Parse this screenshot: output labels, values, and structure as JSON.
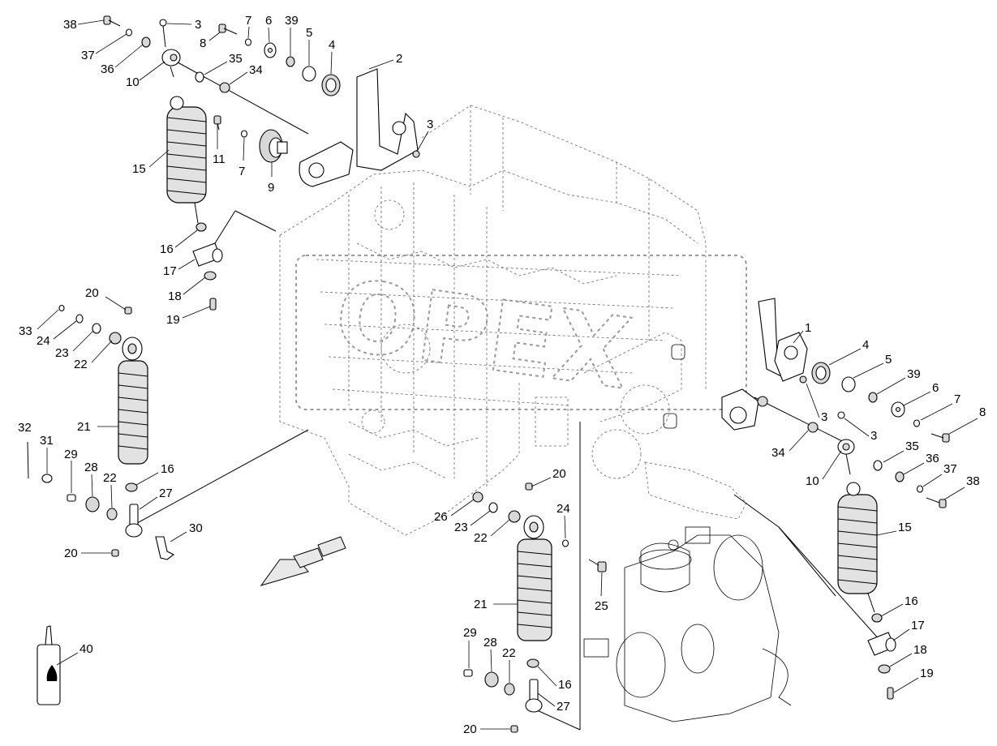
{
  "watermark": {
    "text": "OPEX"
  },
  "callouts": [
    {
      "id": "c38a",
      "text": "38"
    },
    {
      "id": "c37a",
      "text": "37"
    },
    {
      "id": "c36a",
      "text": "36"
    },
    {
      "id": "c10a",
      "text": "10"
    },
    {
      "id": "c3a",
      "text": "3"
    },
    {
      "id": "c7a",
      "text": "7"
    },
    {
      "id": "c8a",
      "text": "8"
    },
    {
      "id": "c6a",
      "text": "6"
    },
    {
      "id": "c39a",
      "text": "39"
    },
    {
      "id": "c5a",
      "text": "5"
    },
    {
      "id": "c4a",
      "text": "4"
    },
    {
      "id": "c35a",
      "text": "35"
    },
    {
      "id": "c34a",
      "text": "34"
    },
    {
      "id": "c2",
      "text": "2"
    },
    {
      "id": "c3b",
      "text": "3"
    },
    {
      "id": "c11",
      "text": "11"
    },
    {
      "id": "c7b",
      "text": "7"
    },
    {
      "id": "c9",
      "text": "9"
    },
    {
      "id": "c15a",
      "text": "15"
    },
    {
      "id": "c16a",
      "text": "16"
    },
    {
      "id": "c17a",
      "text": "17"
    },
    {
      "id": "c18a",
      "text": "18"
    },
    {
      "id": "c19a",
      "text": "19"
    },
    {
      "id": "c20a",
      "text": "20"
    },
    {
      "id": "c33",
      "text": "33"
    },
    {
      "id": "c24a",
      "text": "24"
    },
    {
      "id": "c23a",
      "text": "23"
    },
    {
      "id": "c22a",
      "text": "22"
    },
    {
      "id": "c21a",
      "text": "21"
    },
    {
      "id": "c32",
      "text": "32"
    },
    {
      "id": "c31",
      "text": "31"
    },
    {
      "id": "c29a",
      "text": "29"
    },
    {
      "id": "c28a",
      "text": "28"
    },
    {
      "id": "c22b",
      "text": "22"
    },
    {
      "id": "c16b",
      "text": "16"
    },
    {
      "id": "c27a",
      "text": "27"
    },
    {
      "id": "c20b",
      "text": "20"
    },
    {
      "id": "c30",
      "text": "30"
    },
    {
      "id": "c40",
      "text": "40"
    },
    {
      "id": "c20c",
      "text": "20"
    },
    {
      "id": "c26",
      "text": "26"
    },
    {
      "id": "c23b",
      "text": "23"
    },
    {
      "id": "c22c",
      "text": "22"
    },
    {
      "id": "c24b",
      "text": "24"
    },
    {
      "id": "c25",
      "text": "25"
    },
    {
      "id": "c21b",
      "text": "21"
    },
    {
      "id": "c29b",
      "text": "29"
    },
    {
      "id": "c28b",
      "text": "28"
    },
    {
      "id": "c22d",
      "text": "22"
    },
    {
      "id": "c16c",
      "text": "16"
    },
    {
      "id": "c27b",
      "text": "27"
    },
    {
      "id": "c20d",
      "text": "20"
    },
    {
      "id": "c1",
      "text": "1"
    },
    {
      "id": "c4b",
      "text": "4"
    },
    {
      "id": "c5b",
      "text": "5"
    },
    {
      "id": "c39b",
      "text": "39"
    },
    {
      "id": "c6b",
      "text": "6"
    },
    {
      "id": "c7c",
      "text": "7"
    },
    {
      "id": "c8b",
      "text": "8"
    },
    {
      "id": "c3c",
      "text": "3"
    },
    {
      "id": "c3d",
      "text": "3"
    },
    {
      "id": "c34b",
      "text": "34"
    },
    {
      "id": "c35b",
      "text": "35"
    },
    {
      "id": "c10b",
      "text": "10"
    },
    {
      "id": "c36b",
      "text": "36"
    },
    {
      "id": "c37b",
      "text": "37"
    },
    {
      "id": "c38b",
      "text": "38"
    },
    {
      "id": "c15b",
      "text": "15"
    },
    {
      "id": "c16d",
      "text": "16"
    },
    {
      "id": "c17b",
      "text": "17"
    },
    {
      "id": "c18b",
      "text": "18"
    },
    {
      "id": "c19b",
      "text": "19"
    }
  ]
}
